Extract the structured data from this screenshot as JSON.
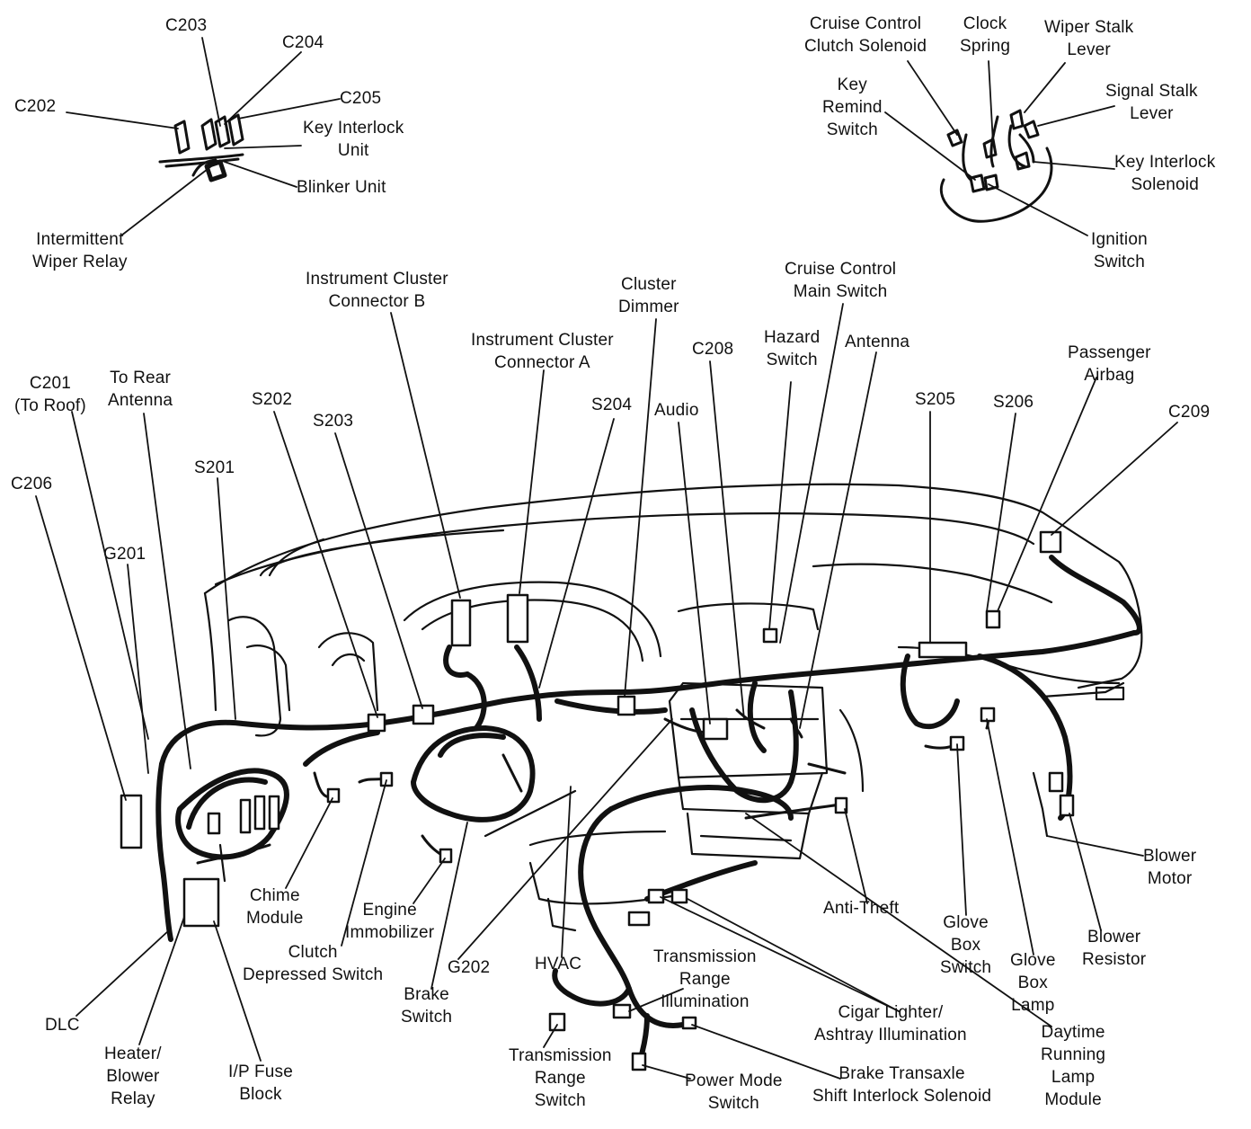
{
  "colors": {
    "ink": "#111111",
    "paper": "#ffffff"
  },
  "labels": {
    "c203": "C203",
    "c204": "C204",
    "c205": "C205",
    "c202": "C202",
    "key_interlock_unit": "Key Interlock\nUnit",
    "blinker_unit": "Blinker Unit",
    "intermittent_wiper_relay": "Intermittent\nWiper Relay",
    "cruise_control_clutch_solenoid": "Cruise Control\nClutch Solenoid",
    "clock_spring": "Clock\nSpring",
    "wiper_stalk_lever": "Wiper Stalk\nLever",
    "signal_stalk_lever": "Signal Stalk\nLever",
    "key_remind_switch": "Key\nRemind\nSwitch",
    "key_interlock_solenoid": "Key Interlock\nSolenoid",
    "ignition_switch": "Ignition\nSwitch",
    "instrument_cluster_connector_b": "Instrument Cluster\nConnector B",
    "cluster_dimmer": "Cluster\nDimmer",
    "cruise_control_main_switch": "Cruise Control\nMain Switch",
    "instrument_cluster_connector_a": "Instrument Cluster\nConnector A",
    "hazard_switch": "Hazard\nSwitch",
    "antenna": "Antenna",
    "c208": "C208",
    "passenger_airbag": "Passenger\nAirbag",
    "c201": "C201\n(To Roof)",
    "to_rear_antenna": "To Rear\nAntenna",
    "s202": "S202",
    "s203": "S203",
    "s204": "S204",
    "audio": "Audio",
    "s205": "S205",
    "s206": "S206",
    "c209": "C209",
    "c206": "C206",
    "s201": "S201",
    "g201": "G201",
    "blower_motor": "Blower\nMotor",
    "chime_module": "Chime\nModule",
    "engine_immobilizer": "Engine\nImmobilizer",
    "anti_theft": "Anti-Theft",
    "glove_box_switch": "Glove\nBox\nSwitch",
    "glove_box_lamp": "Glove\nBox\nLamp",
    "blower_resistor": "Blower\nResistor",
    "clutch_depressed_switch": "Clutch\nDepressed Switch",
    "g202": "G202",
    "hvac": "HVAC",
    "transmission_range_illumination": "Transmission\nRange\nIllumination",
    "brake_switch": "Brake\nSwitch",
    "cigar_lighter": "Cigar Lighter/\nAshtray Illumination",
    "daytime_running_lamp_module": "Daytime\nRunning\nLamp\nModule",
    "dlc": "DLC",
    "heater_blower_relay": "Heater/\nBlower\nRelay",
    "ip_fuse_block": "I/P Fuse\nBlock",
    "transmission_range_switch": "Transmission\nRange\nSwitch",
    "power_mode_switch": "Power Mode\nSwitch",
    "brake_transaxle_solenoid": "Brake Transaxle\nShift Interlock Solenoid"
  }
}
